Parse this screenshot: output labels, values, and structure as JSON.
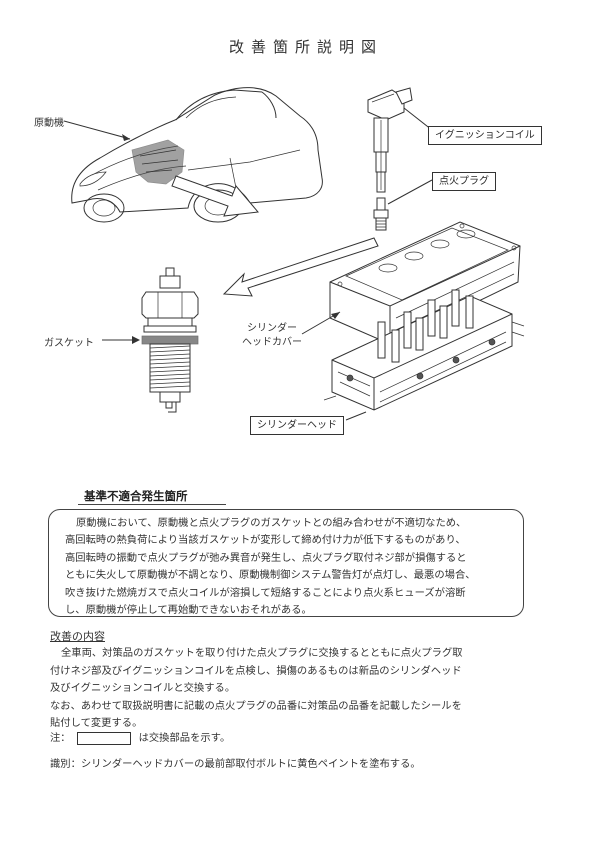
{
  "title": "改善箇所説明図",
  "labels": {
    "engine": "原動機",
    "ignition_coil": "イグニッションコイル",
    "spark_plug": "点火プラグ",
    "cylinder_head_cover_line1": "シリンダー",
    "cylinder_head_cover_line2": "ヘッドカバー",
    "gasket": "ガスケット",
    "cylinder_head": "シリンダーヘッド"
  },
  "defect": {
    "heading": "基準不適合発生箇所",
    "lines": [
      "原動機において、原動機と点火プラグのガスケットとの組み合わせが不適切なため、",
      "高回転時の熱負荷により当該ガスケットが変形して締め付け力が低下するものがあり、",
      "高回転時の振動で点火プラグが弛み異音が発生し、点火プラグ取付ネジ部が損傷すると",
      "ともに失火して原動機が不調となり、原動機制御システム警告灯が点灯し、最悪の場合、",
      "吹き抜けた燃焼ガスで点火コイルが溶損して短絡することにより点火系ヒューズが溶断",
      "し、原動機が停止して再始動できないおそれがある。"
    ]
  },
  "improvement": {
    "heading": "改善の内容",
    "lines": [
      "全車両、対策品のガスケットを取り付けた点火プラグに交換するとともに点火プラグ取",
      "付けネジ部及びイグニッションコイルを点検し、損傷のあるものは新品のシリンダヘッド",
      "及びイグニッションコイルと交換する。",
      "なお、あわせて取扱説明書に記載の点火プラグの品番に対策品の品番を記載したシールを",
      "貼付して変更する。"
    ]
  },
  "note": {
    "prefix": "注：",
    "text": "は交換部品を示す。"
  },
  "identification": "識別：シリンダーヘッドカバーの最前部取付ボルトに黄色ペイントを塗布する。"
}
